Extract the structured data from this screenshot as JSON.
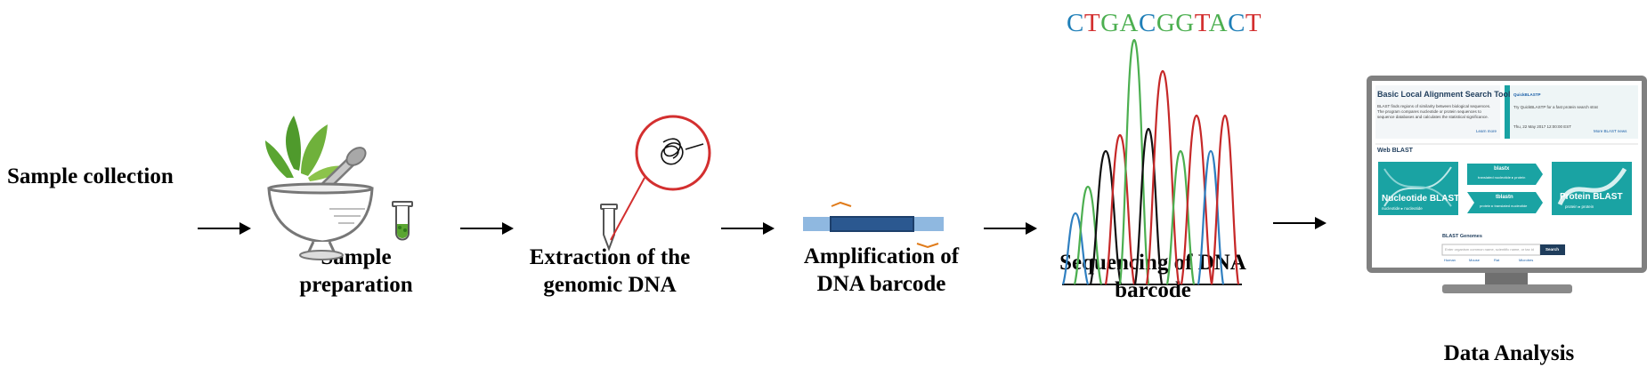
{
  "steps": [
    {
      "label_line1": "Sample collection",
      "label_line2": ""
    },
    {
      "label_line1": "Sample",
      "label_line2": "preparation"
    },
    {
      "label_line1": "Extraction of the",
      "label_line2": "genomic DNA"
    },
    {
      "label_line1": "Amplification of",
      "label_line2": "DNA barcode"
    },
    {
      "label_line1": "Sequencing of DNA",
      "label_line2": "barcode"
    },
    {
      "label_line1": "Data Analysis",
      "label_line2": ""
    }
  ],
  "sequence": {
    "bases": [
      "C",
      "T",
      "G",
      "A",
      "C",
      "G",
      "G",
      "T",
      "A",
      "C",
      "T"
    ],
    "colors": {
      "A": "#4caf50",
      "C": "#1f7fb8",
      "G": "#4caf50",
      "T": "#d32f2f"
    }
  },
  "blast_screen": {
    "title": "Basic Local Alignment Search Tool",
    "intro": "BLAST finds regions of similarity between biological sequences. The program compares nucleotide or protein sequences to sequence databases and calculates the statistical significance.",
    "learn_more": "Learn more",
    "news_title": "QuickBLASTP",
    "news_text": "Try QuickBLASTP for a fast protein search strat",
    "news_date": "Thu, 22 May 2017 12:00:00 EST",
    "news_more": "More BLAST news",
    "section": "Web BLAST",
    "tile_nucleotide": "Nucleotide BLAST",
    "tile_nucleotide_sub": "nucleotide ▸ nucleotide",
    "tile_blastx": "blastx",
    "tile_blastx_sub": "translated nucleotide ▸ protein",
    "tile_tblastn": "tblastn",
    "tile_tblastn_sub": "protein ▸ translated nucleotide",
    "tile_protein": "Protein BLAST",
    "tile_protein_sub": "protein ▸ protein",
    "genomes_title": "BLAST Genomes",
    "genomes_placeholder": "Enter organism common name, scientific name, or tax id",
    "search_button": "Search",
    "genome_links": [
      "Human",
      "Mouse",
      "Rat",
      "Microbes"
    ]
  },
  "colors": {
    "trace_green": "#4caf50",
    "trace_red": "#c62828",
    "trace_black": "#111111",
    "trace_blue": "#2f7fc0",
    "ncbi_teal": "#1aa3a3",
    "bar_blue": "#8fb8e0",
    "bar_dark": "#1d3f6b"
  }
}
